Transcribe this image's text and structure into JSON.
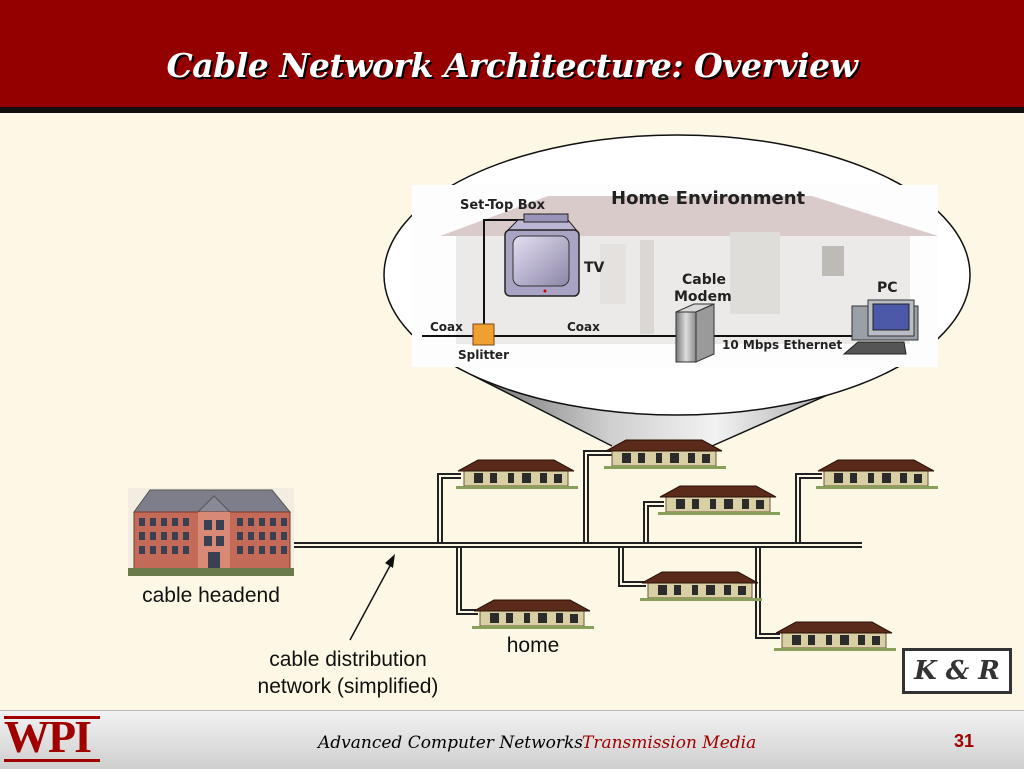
{
  "slide": {
    "title": "Cable Network Architecture: Overview"
  },
  "home_environment": {
    "title": "Home Environment",
    "set_top_box": "Set-Top Box",
    "tv": "TV",
    "cable_modem_line1": "Cable",
    "cable_modem_line2": "Modem",
    "pc": "PC",
    "coax_left": "Coax",
    "coax_right": "Coax",
    "splitter": "Splitter",
    "ethernet": "10 Mbps Ethernet"
  },
  "labels": {
    "cable_headend": "cable headend",
    "home": "home",
    "distribution_line1": "cable distribution",
    "distribution_line2": "network (simplified)"
  },
  "badge": {
    "text": "K & R"
  },
  "footer": {
    "logo": "WPI",
    "course": "Advanced Computer Networks",
    "topic": "Transmission Media",
    "page": "31"
  },
  "colors": {
    "header": "#940000",
    "background": "#fdf8e6",
    "accent": "#a00000"
  }
}
